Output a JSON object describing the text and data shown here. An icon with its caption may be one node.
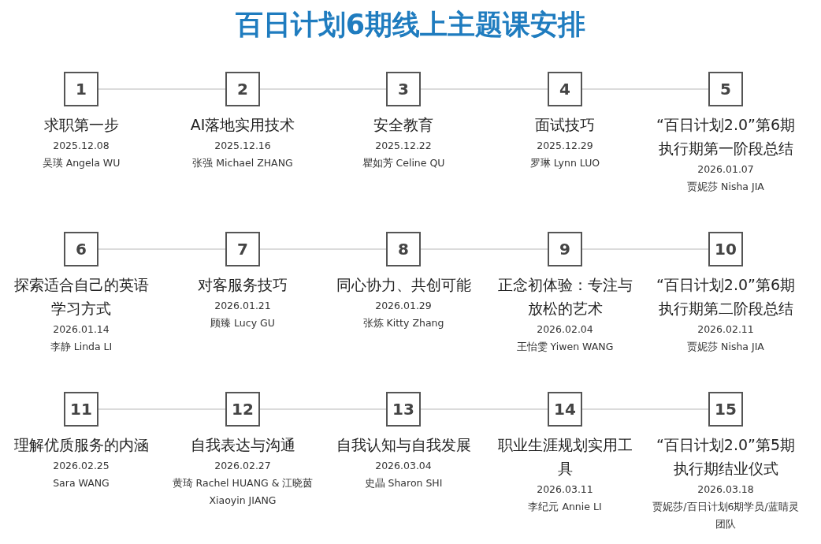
{
  "diagram": {
    "title": "百日计划6期线上主题课安排",
    "nodes": [
      {
        "text": [
          "1"
        ],
        "beside": [
          "求职第一步",
          "2025.12.08",
          "吴瑛 Angela WU"
        ]
      },
      {
        "text": [
          "2"
        ],
        "beside": [
          "AI落地实用技术",
          "2025.12.16",
          "张强 Michael ZHANG"
        ]
      },
      {
        "text": [
          "3"
        ],
        "beside": [
          "安全教育",
          "2025.12.22",
          "瞿如芳 Celine QU"
        ]
      },
      {
        "text": [
          "4"
        ],
        "beside": [
          "面试技巧",
          "2025.12.29",
          "罗琳 Lynn LUO"
        ]
      },
      {
        "text": [
          "5"
        ],
        "beside": [
          "“百日计划2.0”第6期执行期第一阶段总结",
          "2026.01.07",
          "贾妮莎 Nisha JIA"
        ]
      },
      {
        "text": [
          "6"
        ],
        "beside": [
          "探索适合自己的英语学习方式",
          "2026.01.14",
          "李静 Linda LI"
        ]
      },
      {
        "text": [
          "7"
        ],
        "beside": [
          "对客服务技巧",
          "2026.01.21",
          "顾臻 Lucy GU"
        ]
      },
      {
        "text": [
          "8"
        ],
        "beside": [
          "同心协力、共创可能",
          "2026.01.29",
          "张炼 Kitty Zhang"
        ]
      },
      {
        "text": [
          "9"
        ],
        "beside": [
          "正念初体验：专注与放松的艺术",
          "2026.02.04",
          "王怡雯 Yiwen WANG"
        ]
      },
      {
        "text": [
          "10"
        ],
        "beside": [
          "“百日计划2.0”第6期执行期第二阶段总结",
          "2026.02.11",
          "贾妮莎 Nisha JIA"
        ]
      },
      {
        "text": [
          "11"
        ],
        "beside": [
          "理解优质服务的内涵",
          "2026.02.25",
          "Sara WANG"
        ]
      },
      {
        "text": [
          "12"
        ],
        "beside": [
          "自我表达与沟通",
          "2026.02.27",
          "黄琦 Rachel HUANG & 江晓茵 Xiaoyin JIANG"
        ]
      },
      {
        "text": [
          "13"
        ],
        "beside": [
          "自我认知与自我发展",
          "2026.03.04",
          "史晶 Sharon SHI"
        ]
      },
      {
        "text": [
          "14"
        ],
        "beside": [
          "职业生涯规划实用工具",
          "2026.03.11",
          "李纪元 Annie LI"
        ]
      },
      {
        "text": [
          "15"
        ],
        "beside": [
          "“百日计划2.0”第5期执行期结业仪式",
          "2026.03.18",
          "贾妮莎/百日计划6期学员/蓝睛灵团队"
        ]
      }
    ],
    "edges": [
      {
        "from": 0,
        "to": 1,
        "arrow": "none"
      },
      {
        "from": 1,
        "to": 2,
        "arrow": "none"
      },
      {
        "from": 2,
        "to": 3,
        "arrow": "none"
      },
      {
        "from": 3,
        "to": 4,
        "arrow": "none"
      },
      {
        "from": 5,
        "to": 6,
        "arrow": "none"
      },
      {
        "from": 6,
        "to": 7,
        "arrow": "none"
      },
      {
        "from": 7,
        "to": 8,
        "arrow": "none"
      },
      {
        "from": 8,
        "to": 9,
        "arrow": "none"
      },
      {
        "from": 10,
        "to": 11,
        "arrow": "none"
      },
      {
        "from": 11,
        "to": 12,
        "arrow": "none"
      },
      {
        "from": 12,
        "to": 13,
        "arrow": "none"
      },
      {
        "from": 13,
        "to": 14,
        "arrow": "none"
      }
    ]
  }
}
